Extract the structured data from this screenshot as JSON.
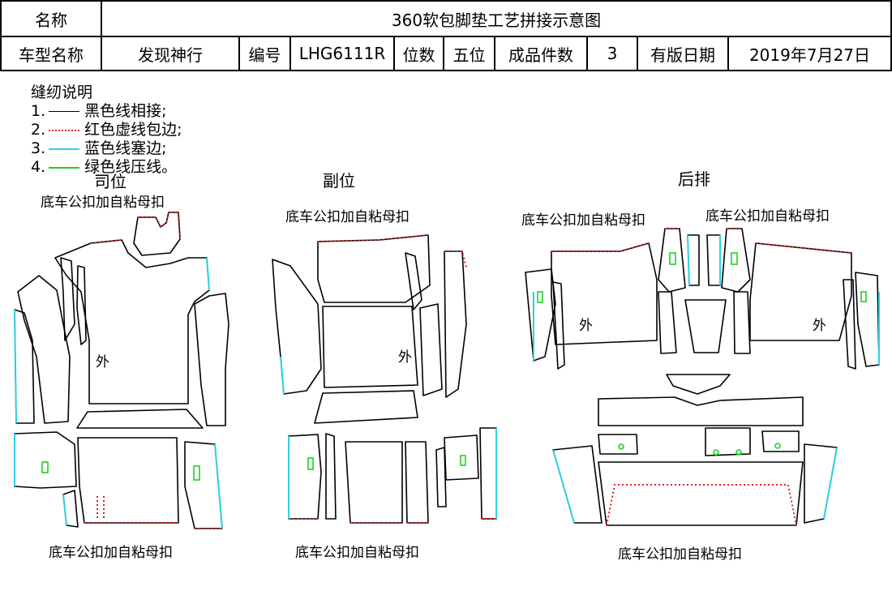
{
  "header": {
    "name_label": "名称",
    "name_value": "360软包脚垫工艺拼接示意图",
    "model_label": "车型名称",
    "model_value": "发现神行",
    "code_label": "编号",
    "code_value": "LHG6111R",
    "seats_label": "位数",
    "seats_value": "五位",
    "pieces_label": "成品件数",
    "pieces_value": "3",
    "date_label": "有版日期",
    "date_value": "2019年7月27日"
  },
  "legend": {
    "title": "缝纫说明",
    "items": [
      {
        "num": "1.",
        "text": "黑色线相接;",
        "color": "#000000"
      },
      {
        "num": "2.",
        "text": "红色虚线包边;",
        "color": "#e02020"
      },
      {
        "num": "3.",
        "text": "蓝色线塞边;",
        "color": "#30d0e0"
      },
      {
        "num": "4.",
        "text": "绿色线压线。",
        "color": "#20d020"
      }
    ]
  },
  "sections": {
    "driver": "司位",
    "passenger": "副位",
    "rear": "后排"
  },
  "annotations": {
    "clip": "底车公扣加自粘母扣",
    "outside": "外"
  },
  "colors": {
    "outline": "#000000",
    "binding": "#e02020",
    "tuck": "#30d0e0",
    "press": "#20d020"
  }
}
